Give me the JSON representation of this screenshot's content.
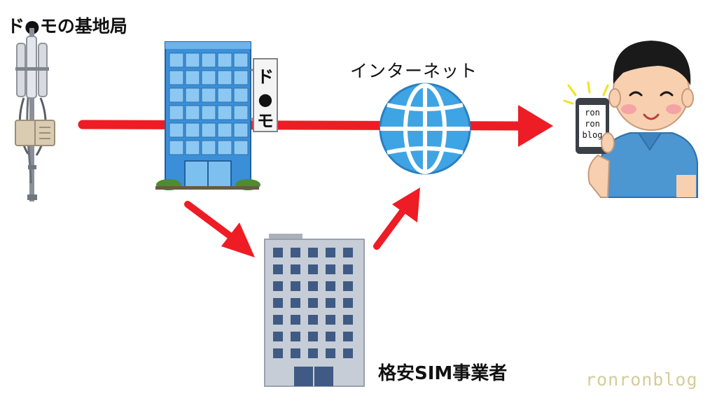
{
  "labels": {
    "base_station": "ド●モの基地局",
    "carrier_sign": [
      "ド",
      "●",
      "モ"
    ],
    "internet": "インターネット",
    "mvno": "格安SIM事業者",
    "phone_screen": [
      "ron",
      "ron",
      "blog"
    ],
    "watermark": "ronronblog"
  },
  "colors": {
    "arrow": "#ee1c24",
    "tower_building": "#3a8fd8",
    "globe": "#3fa4e4",
    "mvno_building": "#c7cdd6",
    "mvno_window": "#3f5a84",
    "shirt": "#4c96d2",
    "skin": "#f8d0b0",
    "hair": "#1a1a1a",
    "watermark": "#d4cd9a"
  },
  "icons": {
    "base_station": "cell-tower-icon",
    "carrier_office": "office-building-icon",
    "internet": "globe-icon",
    "mvno_office": "office-building-icon",
    "user": "person-with-smartphone-icon"
  }
}
